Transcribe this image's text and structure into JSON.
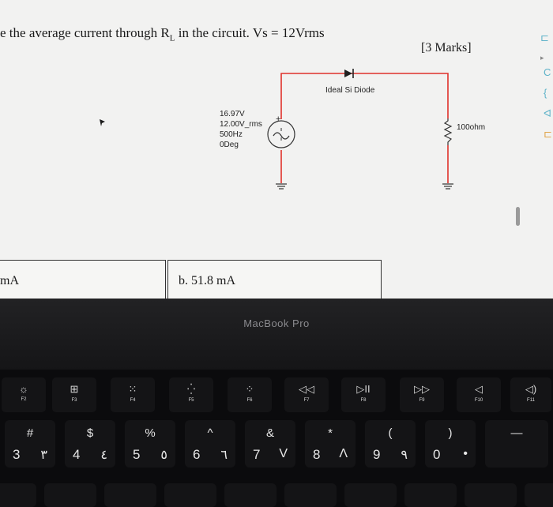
{
  "question": {
    "text_pre": "e the average current through R",
    "text_sub": "L",
    "text_post": " in the circuit.  Vs = 12Vrms",
    "marks": "[3 Marks]"
  },
  "circuit": {
    "source_label_1": "16.97V",
    "source_label_2": "12.00V_rms",
    "source_label_3": "500Hz",
    "source_label_4": "0Deg",
    "source_plus": "+",
    "diode_label": "Ideal Si Diode",
    "resistor_label": "100ohm",
    "wire_color": "#e0312b"
  },
  "options": {
    "a_partial": "mA",
    "b": "b. 51.8 mA"
  },
  "laptop": {
    "brand": "MacBook Pro"
  },
  "fkeys": [
    {
      "icon": "☼",
      "label": "F2"
    },
    {
      "icon": "⊞",
      "label": "F3"
    },
    {
      "icon": "⁙",
      "label": "F4"
    },
    {
      "icon": "⁛",
      "label": "F5"
    },
    {
      "icon": "⁘",
      "label": "F6"
    },
    {
      "icon": "◁◁",
      "label": "F7"
    },
    {
      "icon": "▷II",
      "label": "F8"
    },
    {
      "icon": "▷▷",
      "label": "F9"
    },
    {
      "icon": "◁",
      "label": "F10"
    },
    {
      "icon": "◁)",
      "label": "F11"
    }
  ],
  "numkeys": [
    {
      "sym": "#",
      "num": "3",
      "alt": "٣"
    },
    {
      "sym": "$",
      "num": "4",
      "alt": "٤"
    },
    {
      "sym": "%",
      "num": "5",
      "alt": "٥"
    },
    {
      "sym": "^",
      "num": "6",
      "alt": "٦"
    },
    {
      "sym": "&",
      "num": "7",
      "alt": "V"
    },
    {
      "sym": "*",
      "num": "8",
      "alt": "Λ"
    },
    {
      "sym": "(",
      "num": "9",
      "alt": "٩"
    },
    {
      "sym": ")",
      "num": "0",
      "alt": "•"
    },
    {
      "sym": "—",
      "num": "",
      "alt": ""
    }
  ]
}
